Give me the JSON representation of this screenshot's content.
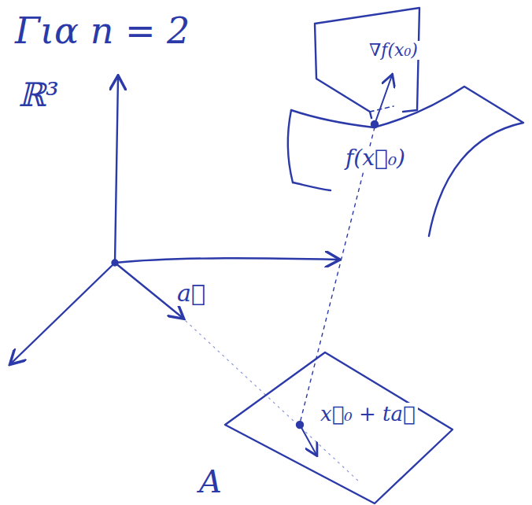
{
  "diagram": {
    "labels": [
      "Για n = 2",
      "ℝ³",
      "a⃗",
      "∇f(x₀)",
      "f(x⃗₀)",
      "x⃗₀ + ta⃗",
      "A"
    ]
  }
}
